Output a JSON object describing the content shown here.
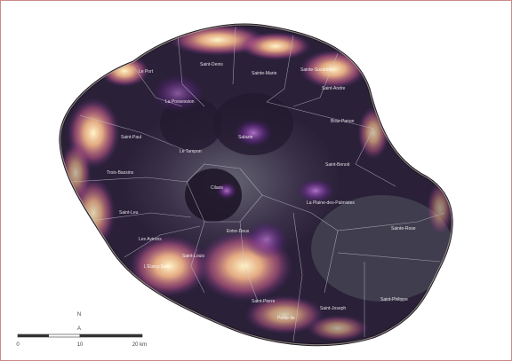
{
  "map": {
    "labels": {
      "a": "Saint-Denis",
      "b": "Sainte-Marie",
      "c": "Sainte-Suzanne",
      "d": "Saint-Andre",
      "e": "La Possession",
      "f": "Le Port",
      "g": "Salazie",
      "h": "Bras-Panon",
      "i": "Saint-Paul",
      "j": "Trois-Bassins",
      "k": "Saint-Benoit",
      "l": "Cilaos",
      "m": "La Plaine-des-Palmistes",
      "n": "Saint-Leu",
      "o": "Entre-Deux",
      "p": "Sainte-Rose",
      "q": "Les Avirons",
      "r": "Saint-Louis",
      "s": "L'Etang-Sale",
      "t": "Saint-Pierre",
      "u": "Saint-Joseph",
      "v": "Saint-Philippe",
      "w": "Petite-Ile",
      "x": "Le Tampon"
    },
    "north_arrow": {
      "letter": "N",
      "glyph": "A"
    },
    "scale_bar": {
      "ticks": [
        "0",
        "10",
        "20 km"
      ]
    },
    "colors": {
      "background": "#ffffff",
      "border": "#c98a86",
      "land_dark": "#2a2038",
      "glow_bright": "#fff4c8",
      "glow_mid": "#e0707a",
      "glow_purple": "#7a3aa0"
    }
  }
}
